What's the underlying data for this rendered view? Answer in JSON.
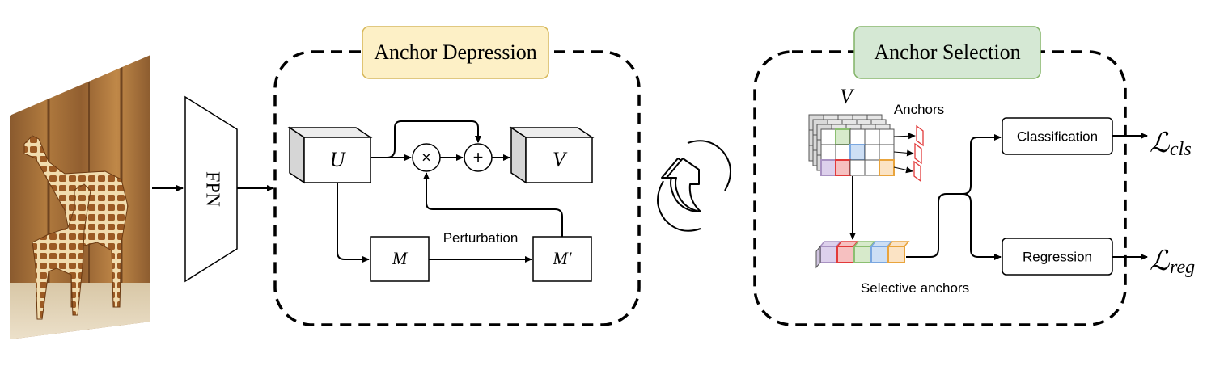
{
  "fpn": {
    "label": "FPN"
  },
  "anchor_depression": {
    "title": "Anchor Depression",
    "title_fill": "#fdf0c6",
    "title_stroke": "#d6b656",
    "node_u": "U",
    "node_v": "V",
    "node_m": "M",
    "node_m_prime": "M′",
    "op_multiply": "×",
    "op_add": "+",
    "perturbation_label": "Perturbation"
  },
  "anchor_selection": {
    "title": "Anchor Selection",
    "title_fill": "#d5e8d4",
    "title_stroke": "#82b366",
    "grid_label": "V",
    "anchors_label": "Anchors",
    "selective_label": "Selective anchors",
    "classification": "Classification",
    "regression": "Regression",
    "loss_cls_symbol": "ℒ",
    "loss_cls_sub": "cls",
    "loss_reg_symbol": "ℒ",
    "loss_reg_sub": "reg",
    "cell_colors": [
      "#a992c2",
      "#e23a3a",
      "#8bbf71",
      "#7aa7e0",
      "#e9a43c"
    ],
    "cell_fills": [
      "#ddd0ec",
      "#f6c0c0",
      "#d7eacb",
      "#cddff5",
      "#fbe3c4"
    ]
  }
}
